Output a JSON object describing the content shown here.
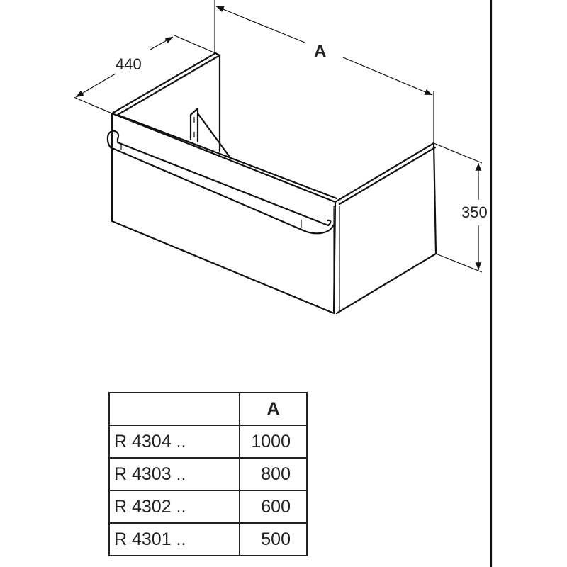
{
  "drawing": {
    "dimension_depth": "440",
    "dimension_width": "A",
    "dimension_height": "350"
  },
  "table": {
    "header": [
      "",
      "A"
    ],
    "rows": [
      {
        "model": "R 4304 ..",
        "a": "1000"
      },
      {
        "model": "R 4303 ..",
        "a": "800"
      },
      {
        "model": "R 4302 ..",
        "a": "600"
      },
      {
        "model": "R 4301 ..",
        "a": "500"
      }
    ]
  }
}
